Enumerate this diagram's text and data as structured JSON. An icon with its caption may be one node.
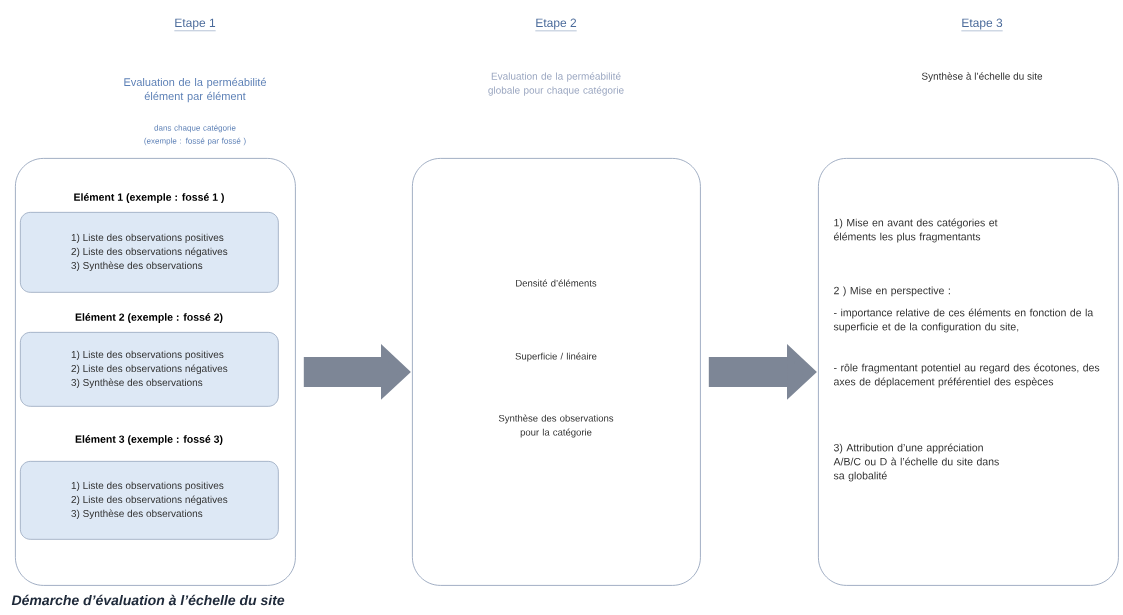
{
  "diagram": {
    "caption": "Démarche d’évaluation à l’échelle du site",
    "nodes": [
      {
        "text": [
          "Etape 1",
          "Evaluation de la perméabilité élément par élément",
          "dans chaque catégorie (exemple : fossé par fossé )"
        ]
      },
      {
        "text": [
          "Elément 1 (exemple : fossé 1 )",
          "1) Liste des observations positives",
          "2) Liste des observations négatives",
          "3) Synthèse des observations"
        ],
        "in": 0
      },
      {
        "text": [
          "Elément 2 (exemple : fossé 2)",
          "1) Liste des observations positives",
          "2) Liste des observations négatives",
          "3) Synthèse des observations"
        ],
        "in": 0
      },
      {
        "text": [
          "Elément 3 (exemple : fossé 3)",
          "1) Liste des observations positives",
          "2) Liste des observations négatives",
          "3) Synthèse des observations"
        ],
        "in": 0
      },
      {
        "text": [
          "Etape 2",
          "Evaluation de la perméabilité globale pour chaque catégorie",
          "Densité d’éléments",
          "Superficie / linéaire",
          "Synthèse des observations pour la catégorie"
        ]
      },
      {
        "text": [
          "Etape 3",
          "Synthèse à l’échelle du site",
          "1) Mise en avant des catégories et éléments les plus fragmentants",
          "2 ) Mise en perspective :",
          "- importance relative de ces éléments en fonction de la superficie et de la configuration du site,",
          "- rôle fragmentant potentiel au regard des écotones, des axes de déplacement préférentiel des espèces",
          "3) Attribution d’une appréciation A/B/C ou D à l’échelle du site dans sa globalité"
        ]
      }
    ],
    "edges": [
      {
        "from": 0,
        "to": 4,
        "arrow": "to"
      },
      {
        "from": 4,
        "to": 5,
        "arrow": "to"
      }
    ]
  }
}
